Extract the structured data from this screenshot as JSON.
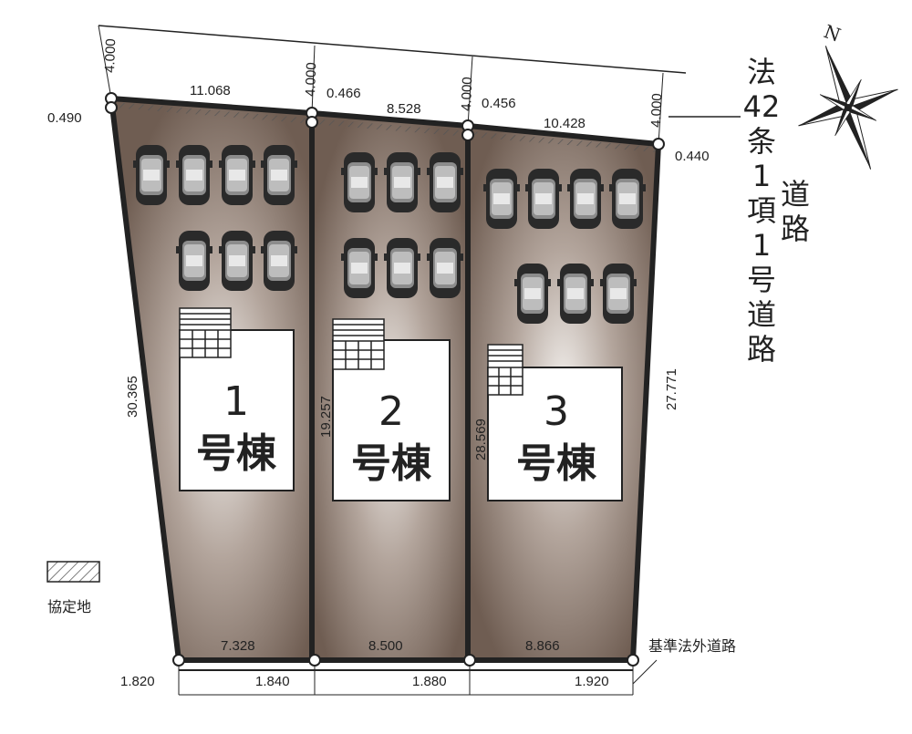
{
  "compass": {
    "label": "N"
  },
  "road_north": {
    "chars": [
      "法",
      "42",
      "条",
      "1",
      "項",
      "1",
      "号",
      "道",
      "路"
    ],
    "side_chars": [
      "道",
      "路"
    ]
  },
  "road_south": {
    "label": "基準法外道路"
  },
  "legend": {
    "label": "協定地"
  },
  "top_widths": [
    "4.000",
    "4.000",
    "4.000",
    "4.000"
  ],
  "bottom_widths": [
    "1.840",
    "1.880",
    "1.920"
  ],
  "corner_offsets": {
    "top": [
      "0.490",
      "0.466",
      "0.456",
      "0.440"
    ],
    "bottom_left": "1.820"
  },
  "lots": [
    {
      "number": "1",
      "label": "号棟",
      "frontage": "11.068",
      "rear": "7.328",
      "depth_left": "30.365",
      "cars": 7
    },
    {
      "number": "2",
      "label": "号棟",
      "frontage": "8.528",
      "rear": "8.500",
      "depth_left": "19.257",
      "cars": 6
    },
    {
      "number": "3",
      "label": "号棟",
      "frontage": "10.428",
      "rear": "8.866",
      "depth_left": "28.569",
      "depth_right": "27.771",
      "cars": 7
    }
  ]
}
